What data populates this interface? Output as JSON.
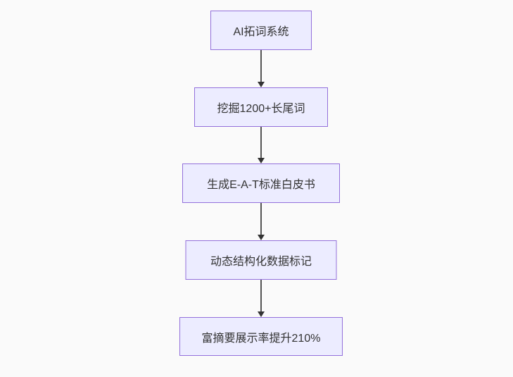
{
  "diagram": {
    "type": "flowchart",
    "direction": "top-down",
    "nodes": [
      {
        "id": "n1",
        "label": "AI拓词系统"
      },
      {
        "id": "n2",
        "label": "挖掘1200+长尾词"
      },
      {
        "id": "n3",
        "label": "生成E-A-T标准白皮书"
      },
      {
        "id": "n4",
        "label": "动态结构化数据标记"
      },
      {
        "id": "n5",
        "label": "富摘要展示率提升210%"
      }
    ],
    "edges": [
      {
        "from": "n1",
        "to": "n2",
        "arrow": "down"
      },
      {
        "from": "n2",
        "to": "n3",
        "arrow": "down"
      },
      {
        "from": "n3",
        "to": "n4",
        "arrow": "down"
      },
      {
        "from": "n4",
        "to": "n5",
        "arrow": "down"
      }
    ]
  },
  "colors": {
    "background": "#fafafa",
    "node_fill": "#ECECFF",
    "node_border": "#9370DB",
    "node_text": "#333333",
    "edge_line": "#555555",
    "arrowhead": "#333333"
  }
}
